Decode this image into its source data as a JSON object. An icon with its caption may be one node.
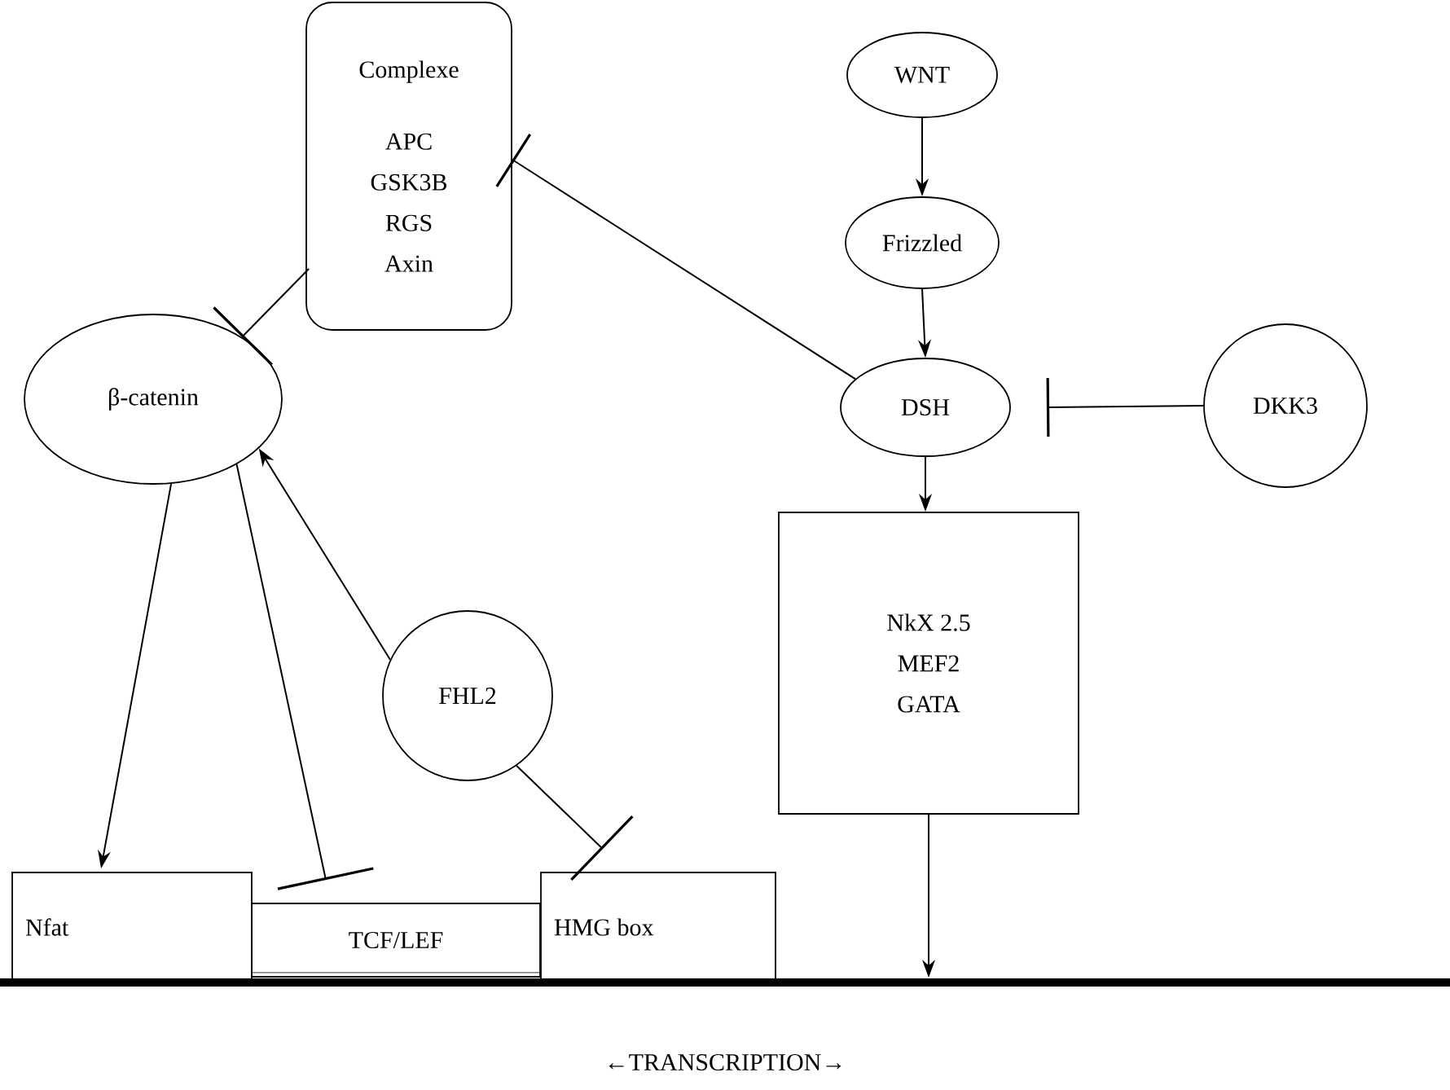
{
  "diagram": {
    "nodes": [
      {
        "text": [
          "Complexe",
          "APC GSK3B RGS Axin"
        ]
      },
      {
        "text": [
          "WNT"
        ]
      },
      {
        "text": [
          "Frizzled"
        ]
      },
      {
        "text": [
          "β-catenin"
        ]
      },
      {
        "text": [
          "DSH"
        ]
      },
      {
        "text": [
          "DKK3"
        ]
      },
      {
        "text": [
          "FHL2"
        ]
      },
      {
        "text": [
          "NkX 2.5 MEF2 GATA"
        ]
      },
      {
        "text": [
          "Nfat"
        ]
      },
      {
        "text": [
          "TCF/LEF"
        ]
      },
      {
        "text": [
          "HMG box"
        ]
      },
      {
        "text": [],
        "shape": "bar"
      }
    ],
    "edges": [
      {
        "from": 1,
        "to": 2,
        "arrow": "to"
      },
      {
        "from": 2,
        "to": 4,
        "arrow": "to"
      },
      {
        "from": 4,
        "to": 7,
        "arrow": "to"
      },
      {
        "from": 7,
        "to": 11,
        "arrow": "to"
      },
      {
        "from": 5,
        "to": 4,
        "arrow": "other"
      },
      {
        "from": 4,
        "to": 0,
        "arrow": "other"
      },
      {
        "from": 0,
        "to": 3,
        "arrow": "other"
      },
      {
        "from": 6,
        "to": 3,
        "arrow": "to"
      },
      {
        "from": 3,
        "to": 8,
        "arrow": "to"
      },
      {
        "from": 3,
        "to": 9,
        "arrow": "other"
      },
      {
        "from": 6,
        "to": 10,
        "arrow": "other"
      }
    ],
    "labels": [
      "←TRANSCRIPTION→"
    ]
  }
}
